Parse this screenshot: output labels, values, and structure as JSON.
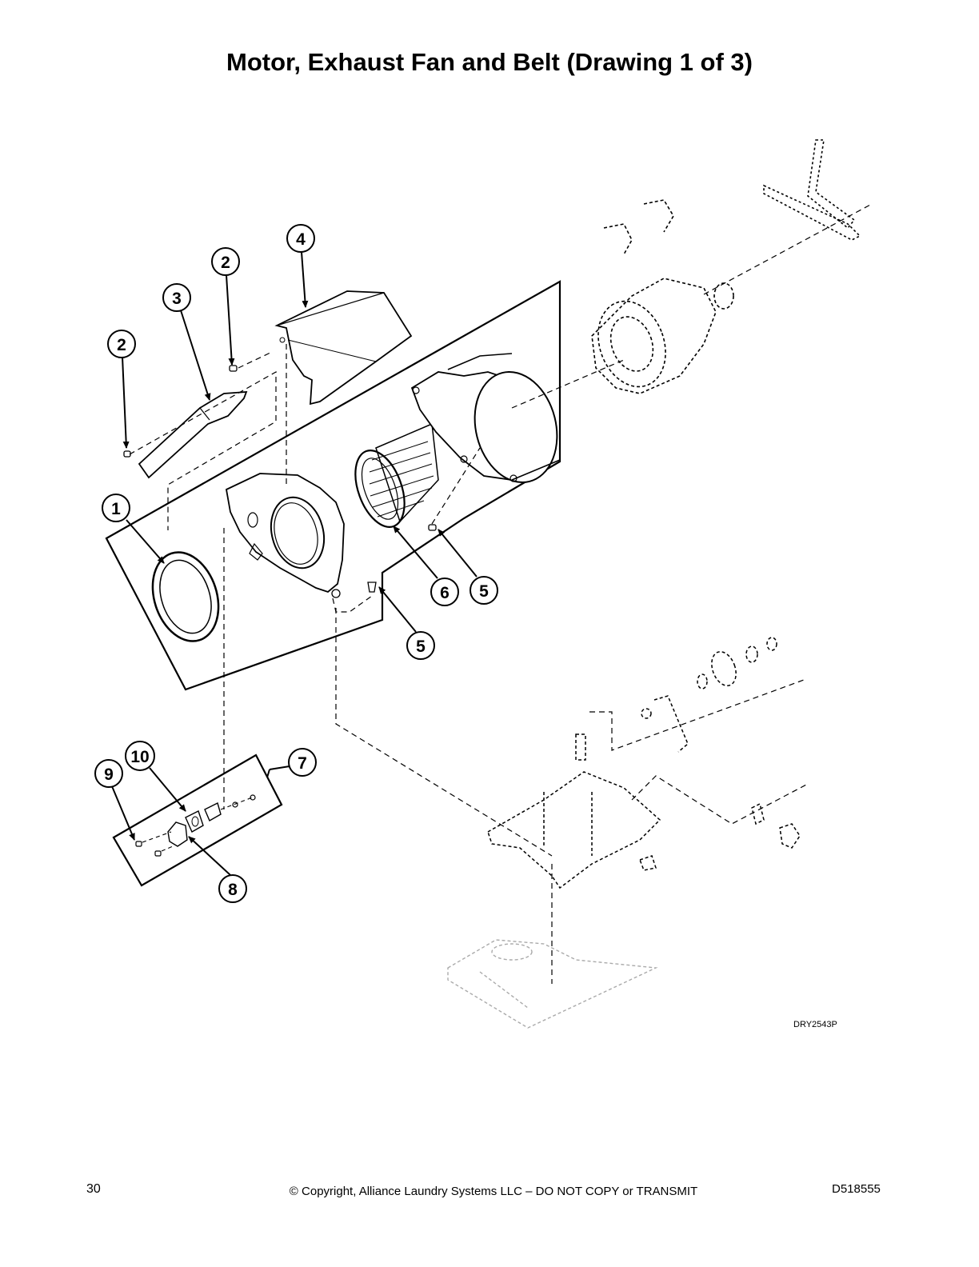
{
  "title": "Motor, Exhaust Fan and Belt (Drawing 1 of 3)",
  "figure_code": "DRY2543P",
  "footer": {
    "page_number": "30",
    "copyright": "© Copyright, Alliance Laundry Systems LLC – DO NOT COPY or TRANSMIT",
    "document_number": "D518555"
  },
  "callouts": [
    {
      "id": "c1",
      "label": "1"
    },
    {
      "id": "c2a",
      "label": "2"
    },
    {
      "id": "c2b",
      "label": "2"
    },
    {
      "id": "c3",
      "label": "3"
    },
    {
      "id": "c4",
      "label": "4"
    },
    {
      "id": "c5a",
      "label": "5"
    },
    {
      "id": "c5b",
      "label": "5"
    },
    {
      "id": "c6",
      "label": "6"
    },
    {
      "id": "c7",
      "label": "7"
    },
    {
      "id": "c8",
      "label": "8"
    },
    {
      "id": "c9",
      "label": "9"
    },
    {
      "id": "c10",
      "label": "10"
    }
  ]
}
